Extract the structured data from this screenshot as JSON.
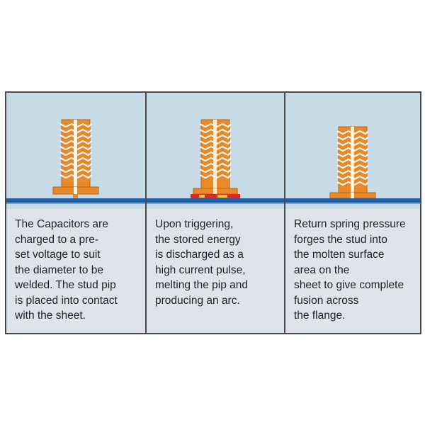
{
  "panels": [
    {
      "step": "charge",
      "caption": "The Capacitors are\ncharged to a pre-\nset voltage to suit\nthe diameter to be\nwelded. The stud pip\nis placed into contact\nwith the sheet."
    },
    {
      "step": "discharge",
      "caption": "Upon triggering,\nthe stored energy\nis discharged as a\nhigh current pulse,\nmelting the pip and\nproducing an arc."
    },
    {
      "step": "forge",
      "caption": "Return spring pressure\nforges the stud into\nthe molten surface\narea on the\nsheet to give complete\nfusion across\nthe flange."
    }
  ],
  "colors": {
    "stud_orange": "#e9892a",
    "stud_highlight": "#fff2d6",
    "thread_line": "#ffffff",
    "sheet_blue": "#1f5fa8",
    "arc_red": "#e0281f",
    "arc_yellow": "#ffd23a",
    "sky": "#c6dbe6",
    "caption_bg": "#dfe3ea"
  },
  "icons": [
    "threaded-stud-icon",
    "metal-sheet-icon",
    "arc-icon"
  ]
}
